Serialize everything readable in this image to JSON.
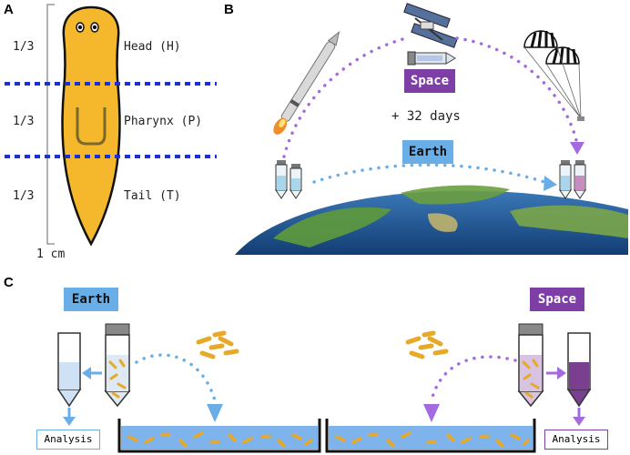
{
  "panels": {
    "a": "A",
    "b": "B",
    "c": "C"
  },
  "worm": {
    "fractions": [
      "1/3",
      "1/3",
      "1/3"
    ],
    "regions": [
      "Head (H)",
      "Pharynx (P)",
      "Tail (T)"
    ],
    "scale_label": "1 cm"
  },
  "panel_b": {
    "space_label": "Space",
    "duration_label": "+ 32 days",
    "earth_label": "Earth"
  },
  "panel_c": {
    "earth_label": "Earth",
    "space_label": "Space",
    "analysis_left": "Analysis",
    "analysis_right": "Analysis"
  },
  "colors": {
    "worm": "#f5b72b",
    "earth_tag": "#6aaee8",
    "space_tag": "#7d3ea5",
    "cut_line": "#1a2fd6",
    "dish_water": "#7fb3ec"
  }
}
